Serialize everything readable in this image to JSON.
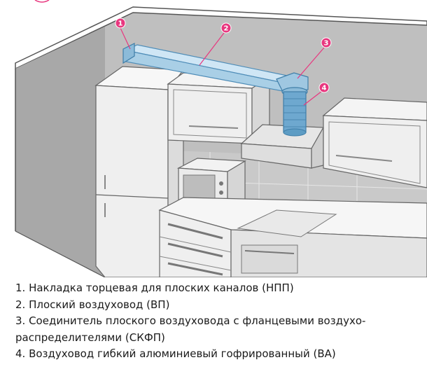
{
  "callouts": [
    {
      "number": "1",
      "color": "#e8377f"
    },
    {
      "number": "2",
      "color": "#e8377f"
    },
    {
      "number": "3",
      "color": "#e8377f"
    },
    {
      "number": "4",
      "color": "#e8377f"
    }
  ],
  "legend": [
    {
      "line": "1. Накладка торцевая для плоских каналов (НПП)"
    },
    {
      "line": "2. Плоский воздуховод (ВП)"
    },
    {
      "line": "3. Соединитель плоского воздуховода с фланцевыми воздухо-",
      "continuation": "распределителями (СКФП)"
    },
    {
      "line": "4. Воздуховод гибкий алюминиевый гофрированный (ВА)"
    }
  ],
  "colors": {
    "accent": "#e8377f",
    "duct": "#a9cfe6",
    "duct_dark": "#5d9cc4",
    "wall": "#9b9b9b",
    "cabinet": "#f2f2f2"
  }
}
